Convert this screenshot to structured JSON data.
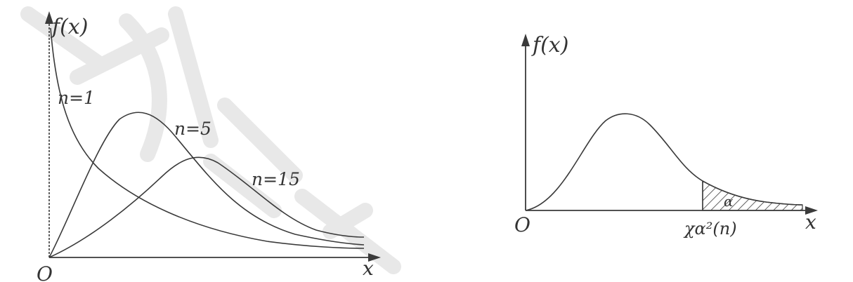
{
  "left_figure": {
    "y_axis_label": "f(x)",
    "x_axis_label": "x",
    "origin_label": "O",
    "curve_labels": {
      "n1": "n=1",
      "n5": "n=5",
      "n15": "n=15"
    }
  },
  "right_figure": {
    "y_axis_label": "f(x)",
    "x_axis_label": "x",
    "origin_label": "O",
    "quantile_label": "χα²(n)",
    "area_label": "α"
  },
  "colors": {
    "ink": "#333333",
    "watermark": "#e8e8e8"
  }
}
